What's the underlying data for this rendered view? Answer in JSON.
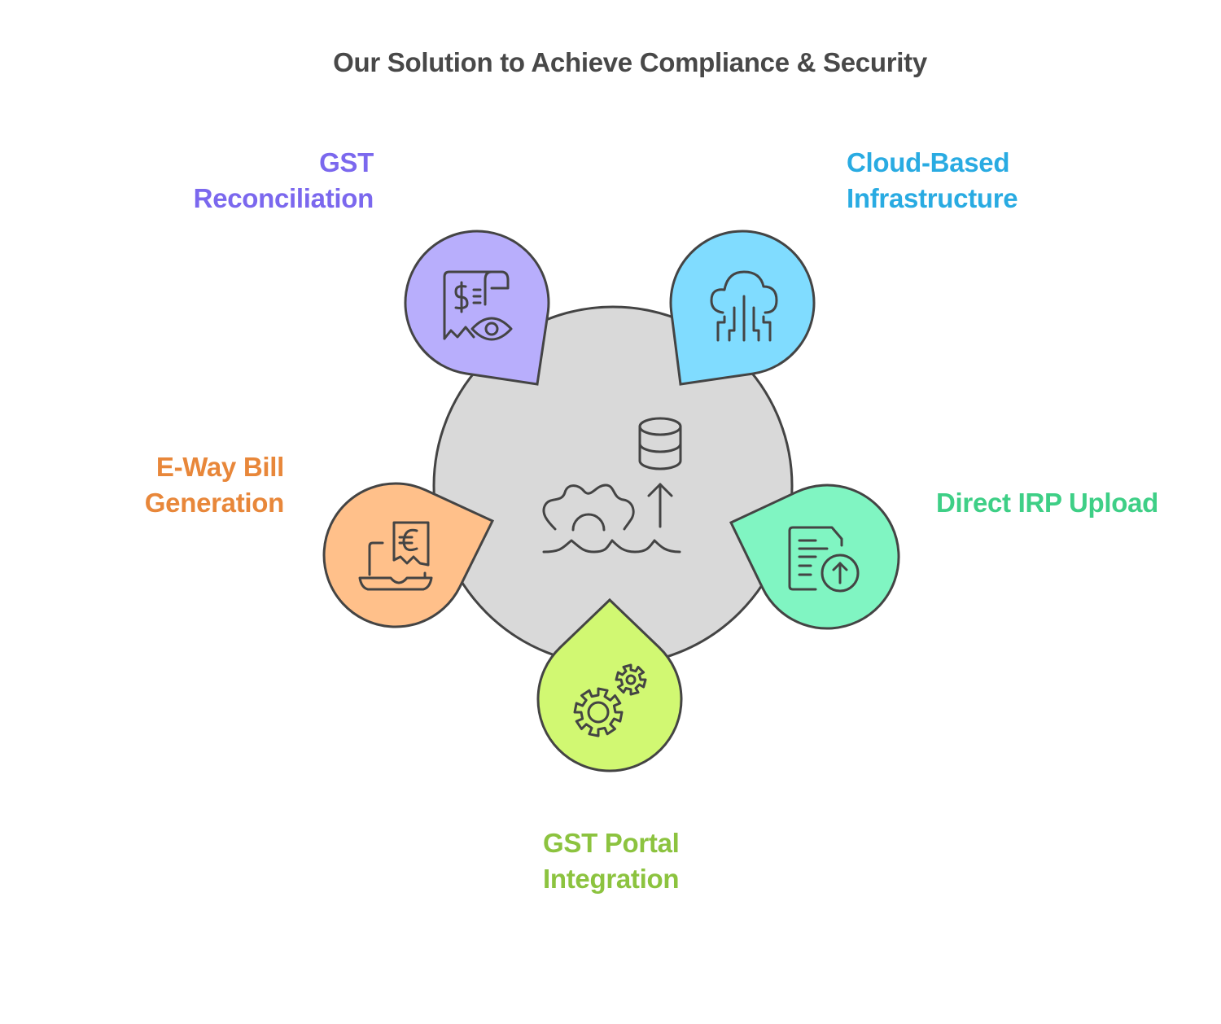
{
  "title": "Our Solution to Achieve Compliance & Security",
  "center": {
    "icon": "gear-database-upload-icon",
    "fill": "#d9d9d9"
  },
  "outline_color": "#444444",
  "items": [
    {
      "id": "gst-reconciliation",
      "lines": [
        "GST",
        "Reconciliation"
      ],
      "color": "#7b68ee",
      "fill": "#b8aefc",
      "icon": "receipt-eye-icon"
    },
    {
      "id": "cloud-infrastructure",
      "lines": [
        "Cloud-Based",
        "Infrastructure"
      ],
      "color": "#29abe2",
      "fill": "#80dcff",
      "icon": "cloud-circuit-icon"
    },
    {
      "id": "eway-bill",
      "lines": [
        "E-Way Bill",
        "Generation"
      ],
      "color": "#e8873a",
      "fill": "#ffc08a",
      "icon": "laptop-euro-receipt-icon"
    },
    {
      "id": "direct-irp-upload",
      "lines": [
        "Direct IRP Upload"
      ],
      "color": "#3ecf86",
      "fill": "#80f5c2",
      "icon": "document-upload-icon"
    },
    {
      "id": "gst-portal-integration",
      "lines": [
        "GST Portal",
        "Integration"
      ],
      "color": "#8cc33f",
      "fill": "#d1f872",
      "icon": "gears-icon"
    }
  ]
}
